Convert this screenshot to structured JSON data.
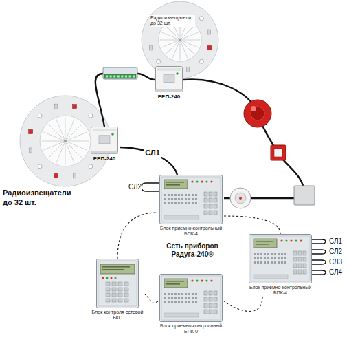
{
  "diagram": {
    "nodes": [
      {
        "text": [
          "РРП-240"
        ]
      },
      {
        "text": [
          "РРП-240"
        ]
      },
      {
        "text": [
          "Блок приемно-контрольный БПК-4"
        ]
      },
      {
        "text": [
          "Блок контроля сетевой БКС"
        ]
      },
      {
        "text": [
          "Блок приемно-контрольный БПК-4"
        ]
      },
      {
        "text": [
          "Блок приемно-контрольный БПК-0"
        ]
      }
    ],
    "edges": [
      {
        "from": 1,
        "to": 0,
        "arrow": "none"
      },
      {
        "from": 0,
        "to": 2,
        "arrow": "none"
      },
      {
        "from": 2,
        "to": 1,
        "label": "СЛ1",
        "arrow": "none"
      },
      {
        "from": 2,
        "to": 4,
        "arrow": "none"
      },
      {
        "from": 4,
        "to": 5,
        "arrow": "none"
      },
      {
        "from": 5,
        "to": 3,
        "arrow": "none"
      },
      {
        "from": 3,
        "to": 2,
        "arrow": "none"
      }
    ],
    "labels": [
      "Радиоизвещатели до 32 шт.",
      "Радиоизвещатели до 32 шт.",
      "СЛ2",
      "Сеть приборов Радуга-240®",
      "СЛ1",
      "СЛ2",
      "СЛ3",
      "СЛ4"
    ]
  }
}
